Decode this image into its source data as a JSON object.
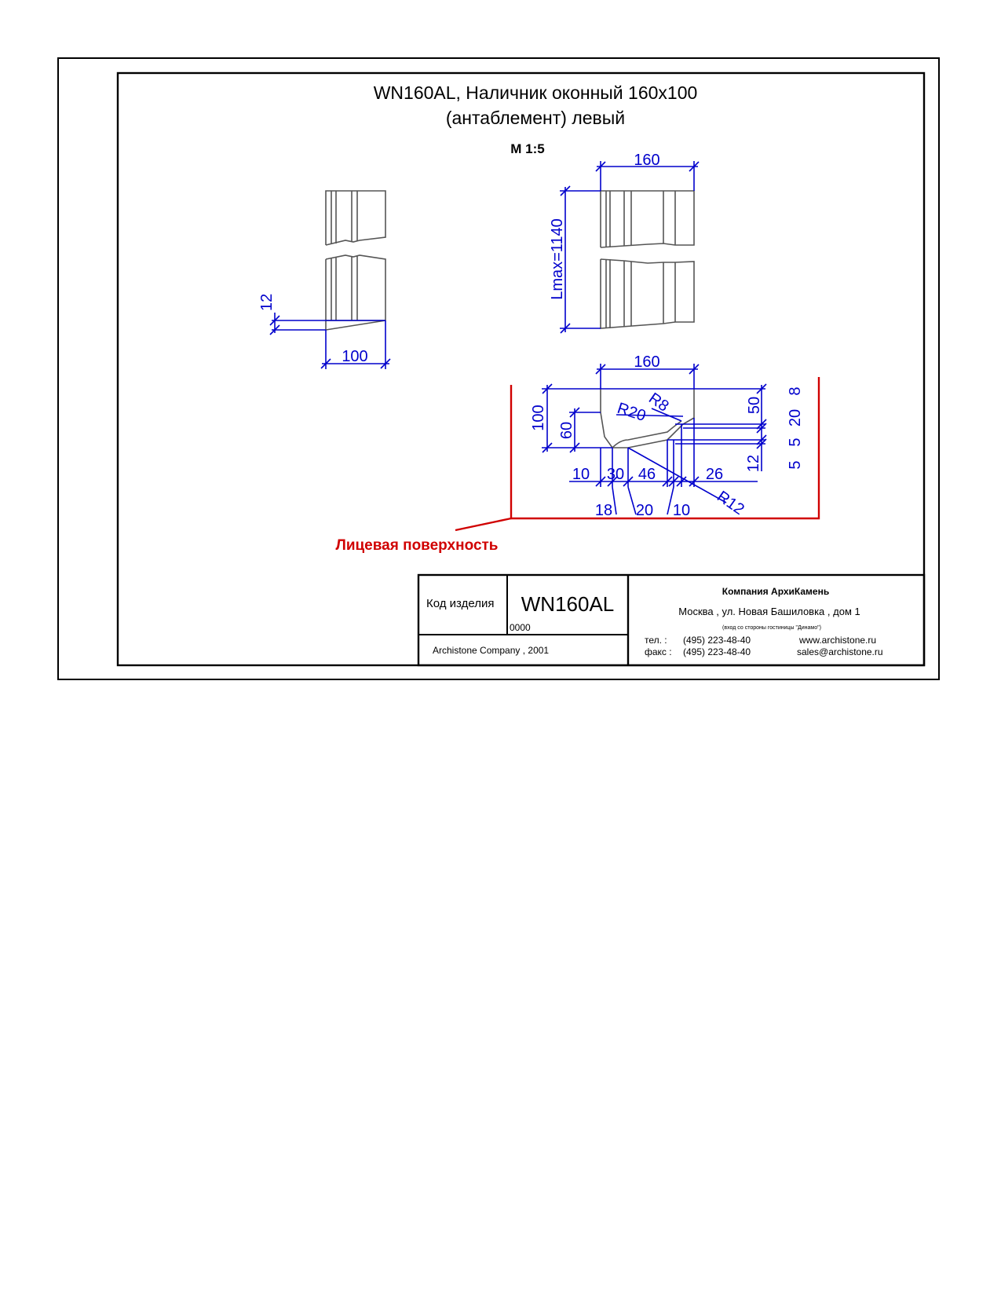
{
  "title_line1": "WN160AL, Наличник оконный 160x100",
  "title_line2": "(антаблемент) левый",
  "scale": "M 1:5",
  "dimensions": {
    "side_view": {
      "height": "12",
      "width": "100"
    },
    "front_view": {
      "width": "160",
      "length": "Lmax=1140"
    },
    "section": {
      "width": "160",
      "height": "100",
      "h60": "60",
      "r20": "R20",
      "r8": "R8",
      "r12": "R12",
      "d50": "50",
      "d8": "8",
      "d20": "20",
      "d5a": "5",
      "d12": "12",
      "d5b": "5",
      "d10a": "10",
      "d30": "30",
      "d46": "46",
      "d26": "26",
      "d18": "18",
      "d20b": "20",
      "d10b": "10"
    }
  },
  "face_label": "Лицевая поверхность",
  "title_block": {
    "code_label": "Код изделия",
    "code_value": "WN160AL",
    "code_number": "0000",
    "copyright": "Archistone  Company ,  2001",
    "company": "Компания  АрхиКамень",
    "address": "Москва , ул. Новая Башиловка , дом 1",
    "address_note": "(вход со стороны гостиницы \"Динамо\")",
    "tel_label": "тел.    :",
    "tel": "(495) 223-48-40",
    "fax_label": "факс :",
    "fax": "(495) 223-48-40",
    "website": "www.archistone.ru",
    "email": "sales@archistone.ru"
  },
  "colors": {
    "dimension": "#0000cc",
    "face": "#d00000",
    "part": "#555555"
  }
}
